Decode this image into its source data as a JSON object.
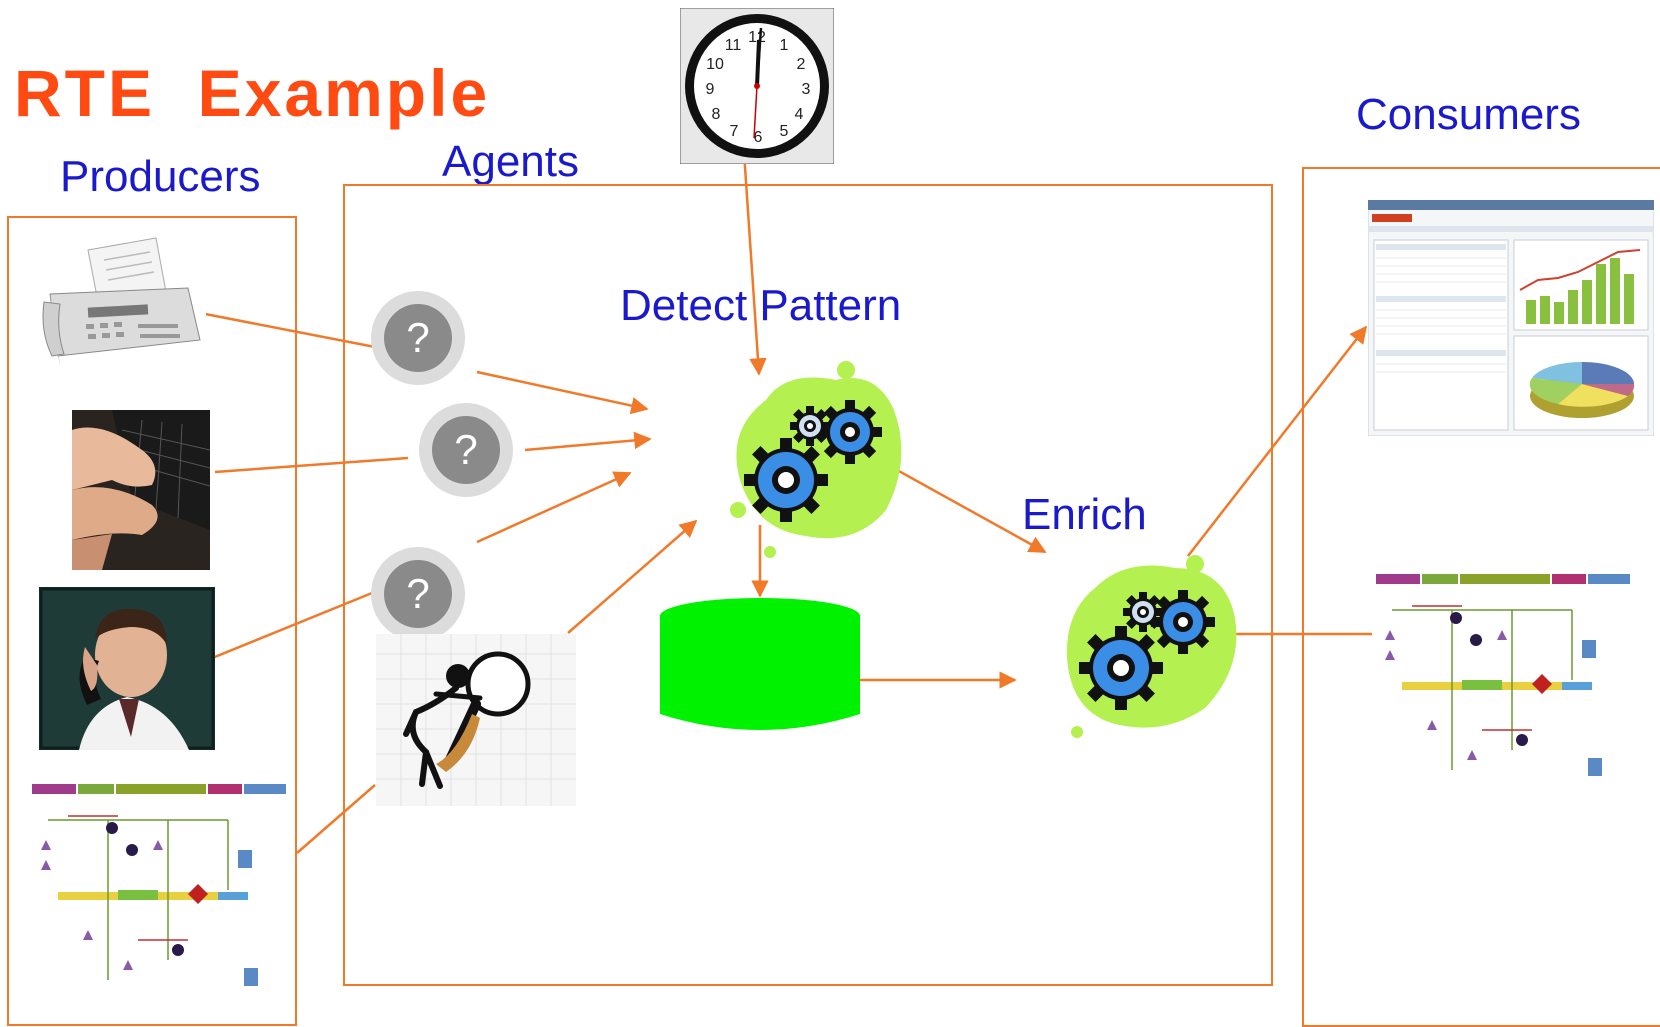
{
  "slide": {
    "title": "RTE  Example",
    "labels": {
      "producers": "Producers",
      "agents": "Agents",
      "consumers": "Consumers",
      "detect_pattern": "Detect Pattern",
      "enrich": "Enrich"
    },
    "agent_symbol": "?",
    "clock_numbers": [
      "12",
      "1",
      "2",
      "3",
      "4",
      "5",
      "6",
      "7",
      "8",
      "9",
      "10",
      "11"
    ]
  },
  "colors": {
    "accent_orange": "#f07a2a",
    "title_orange": "#ff4a12",
    "label_blue": "#1a1acc",
    "database_green": "#00f200",
    "blob_green": "#b4f050",
    "gear_blue": "#3a8ee6"
  },
  "icons": [
    "fax-machine-icon",
    "keyboard-typing-icon",
    "phone-caller-icon",
    "process-flow-icon",
    "clock-icon",
    "gears-icon",
    "database-icon",
    "magnifier-figure-icon",
    "dashboard-icon"
  ]
}
